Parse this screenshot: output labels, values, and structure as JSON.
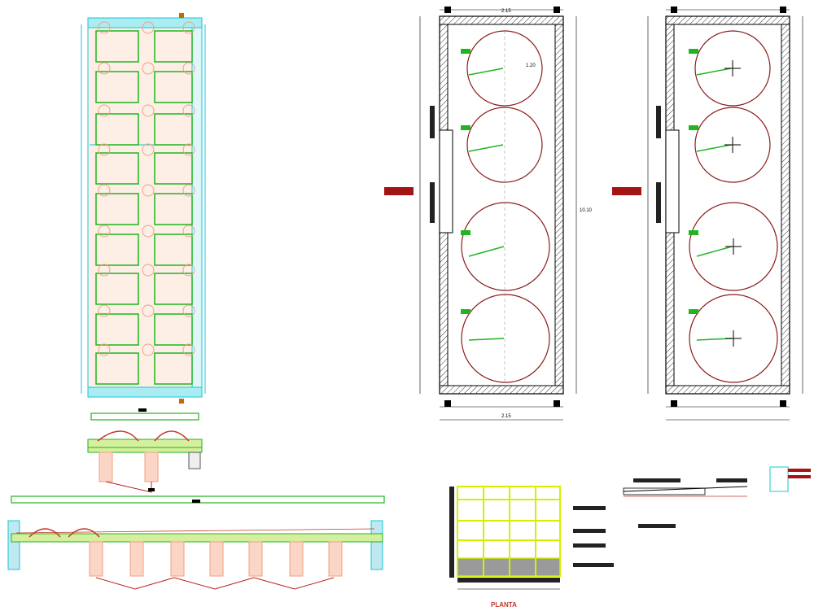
{
  "drawing": {
    "title_planta": "PLANTA",
    "dim_width_top": "2.15",
    "dim_width_bottom": "2.15",
    "dim_height_right": "10.10",
    "circle_dim": "1.20",
    "colors": {
      "wall": "#000000",
      "circle": "#8b1a1a",
      "frame": "#1fb51f",
      "cyan": "#14c8d8",
      "salmon": "#f0a080",
      "lime": "#d4f000",
      "gray": "#8a8a8a",
      "leader": "#7a0000"
    }
  }
}
